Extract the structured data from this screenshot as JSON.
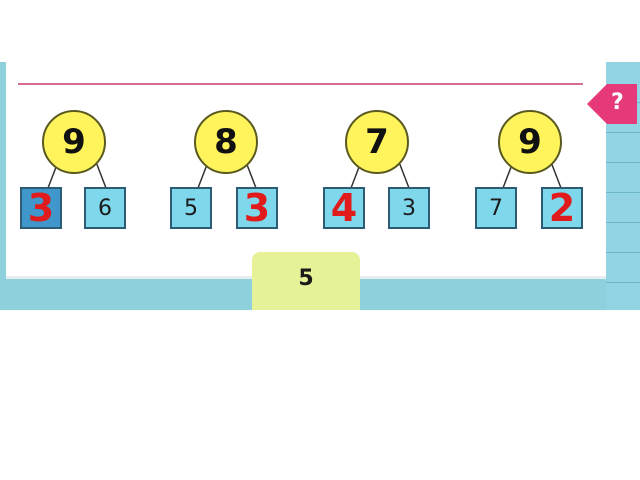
{
  "page_number": "5",
  "help_icon_label": "?",
  "accent_colors": {
    "answer": "#e11b1b",
    "circle": "#fff45c",
    "box": "#7fd7ec",
    "box_dark": "#3f97cc",
    "rule": "#d96c8e"
  },
  "trees": [
    {
      "whole": "9",
      "left": "3",
      "right": "6",
      "answer": "left"
    },
    {
      "whole": "8",
      "left": "5",
      "right": "3",
      "answer": "right"
    },
    {
      "whole": "7",
      "left": "4",
      "right": "3",
      "answer": "left"
    },
    {
      "whole": "9",
      "left": "7",
      "right": "2",
      "answer": "right"
    }
  ]
}
